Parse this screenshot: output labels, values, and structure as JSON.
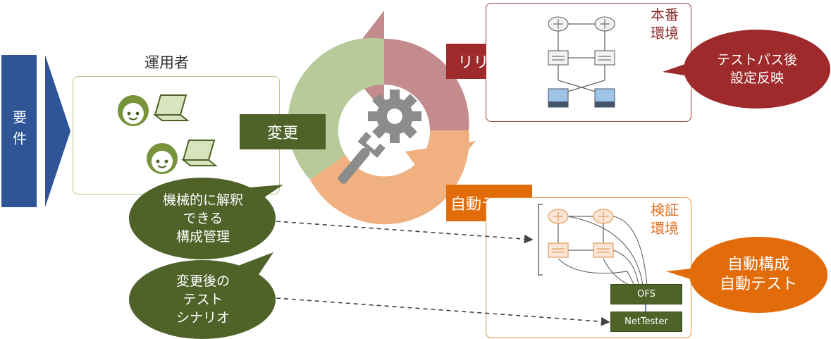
{
  "requirements": {
    "label": "要件"
  },
  "operators": {
    "title": "運用者"
  },
  "labels": {
    "change": "変更",
    "release": "リリース",
    "auto_test": "自動テスト"
  },
  "production": {
    "title": "本番\n環境"
  },
  "verification": {
    "title": "検証\n環境"
  },
  "bubbles": {
    "config_mgmt": "機械的に解釈\nできる\n構成管理",
    "scenario": "変更後の\nテスト\nシナリオ",
    "test_path": "テストパス後\n設定反映",
    "auto_build": "自動構成\n自動テスト"
  },
  "tools": {
    "ofs": "OFS",
    "nettester": "NetTester"
  },
  "colors": {
    "requirements_bar": "#2f5597",
    "green": "#4f6228",
    "red": "#9e2a2b",
    "orange": "#e36c0a",
    "cycle_green": "#b8c99a",
    "cycle_red": "#c38b8b",
    "cycle_orange": "#f0b07f"
  }
}
